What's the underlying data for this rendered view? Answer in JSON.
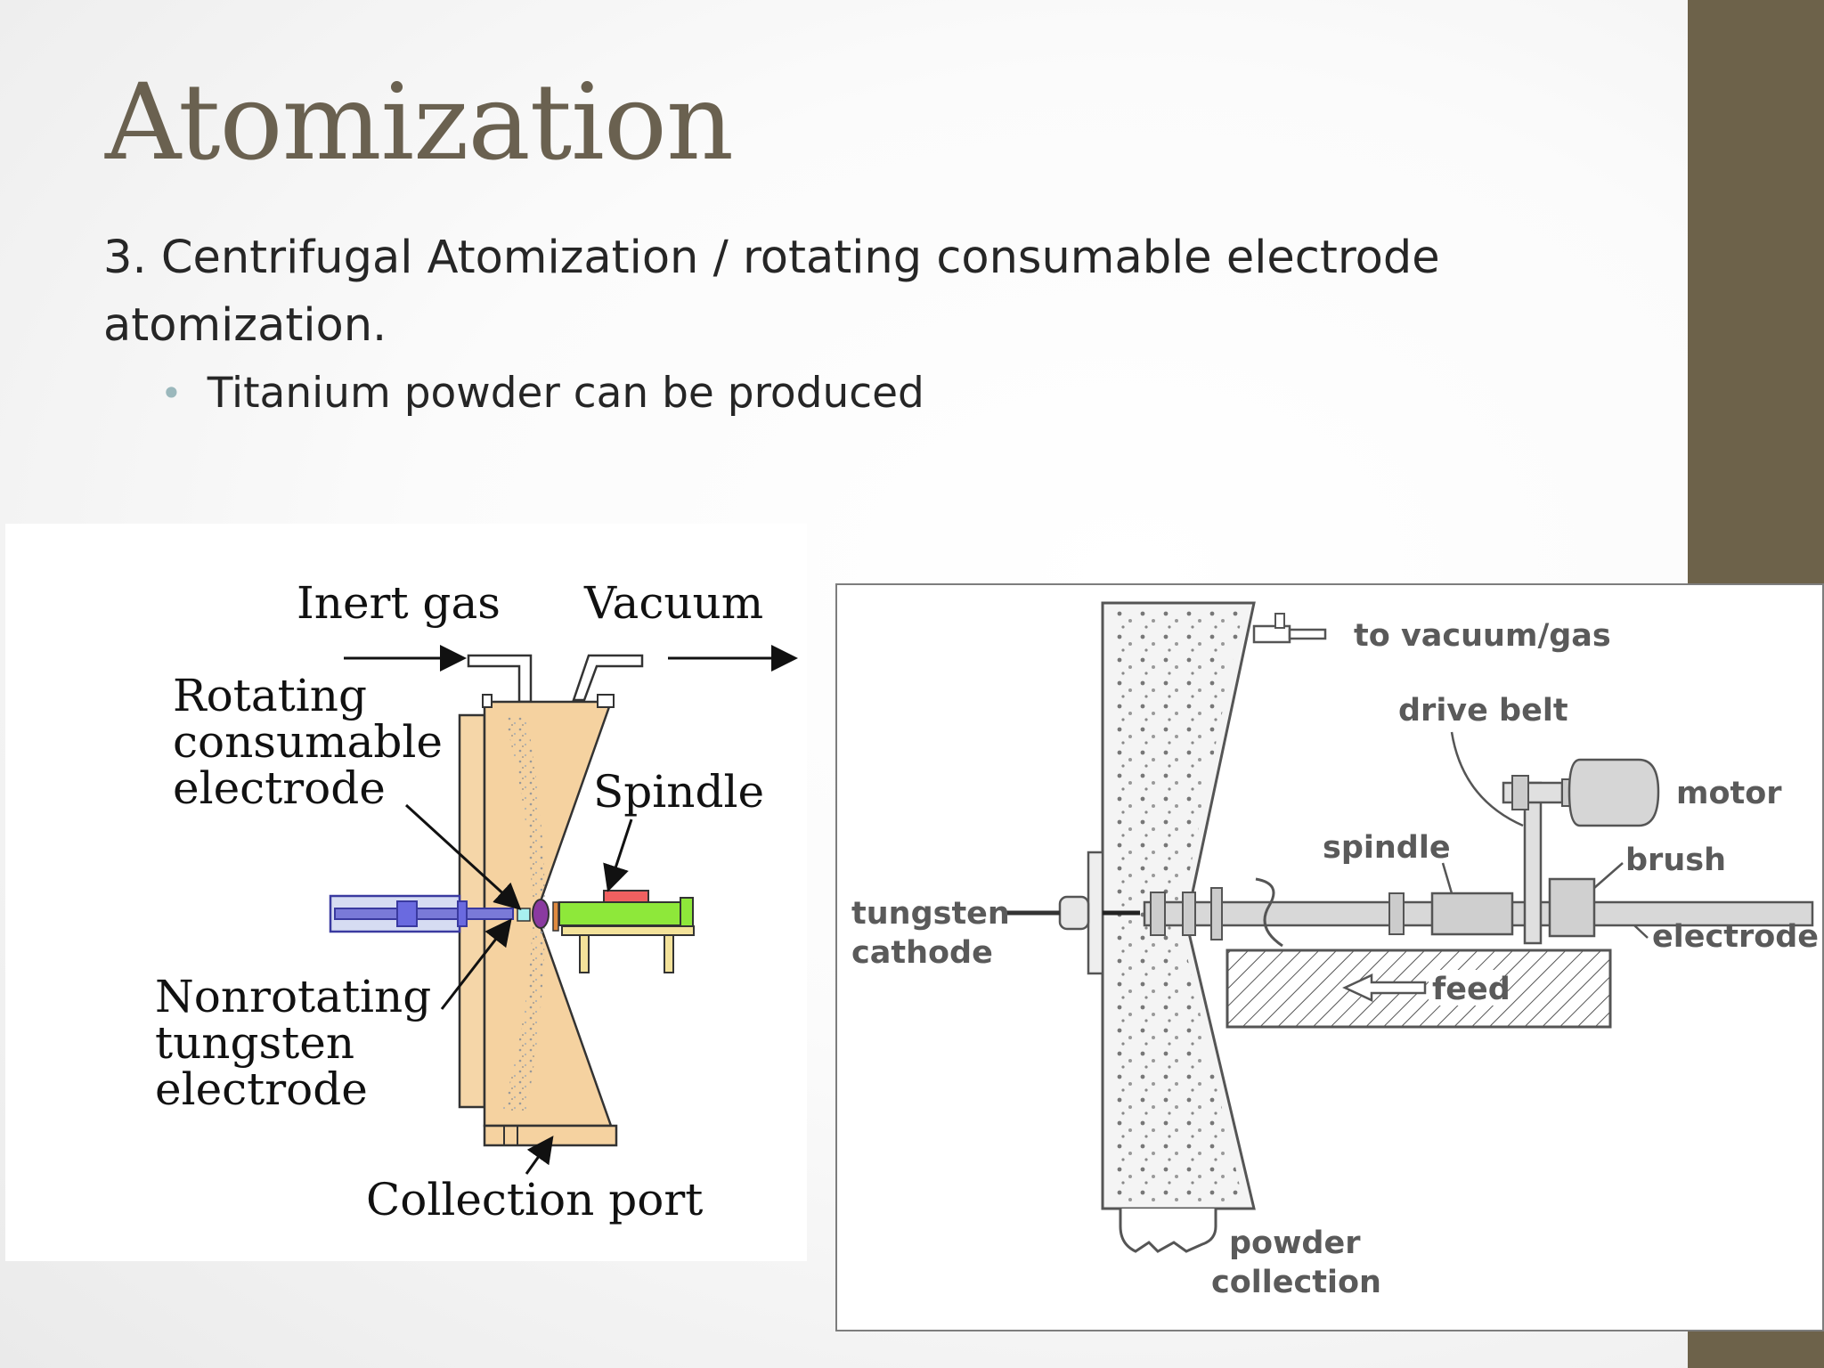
{
  "slide": {
    "title": "Atomization",
    "subtitle": "3. Centrifugal Atomization / rotating consumable electrode atomization.",
    "bullets": [
      "Titanium powder can be produced"
    ],
    "accent_color": "#6d624a"
  },
  "figure_left": {
    "labels": {
      "inert_gas": "Inert gas",
      "vacuum": "Vacuum",
      "rotating_line1": "Rotating",
      "rotating_line2": "consumable",
      "rotating_line3": "electrode",
      "spindle": "Spindle",
      "nonrotating_line1": "Nonrotating",
      "nonrotating_line2": "tungsten",
      "nonrotating_line3": "electrode",
      "collection_port": "Collection port"
    }
  },
  "figure_right": {
    "labels": {
      "to_vacuum_gas": "to vacuum/gas",
      "drive_belt": "drive belt",
      "motor": "motor",
      "spindle": "spindle",
      "brush": "brush",
      "tungsten": "tungsten",
      "cathode": "cathode",
      "electrode": "electrode",
      "feed": "feed",
      "powder": "powder",
      "collection": "collection"
    }
  }
}
